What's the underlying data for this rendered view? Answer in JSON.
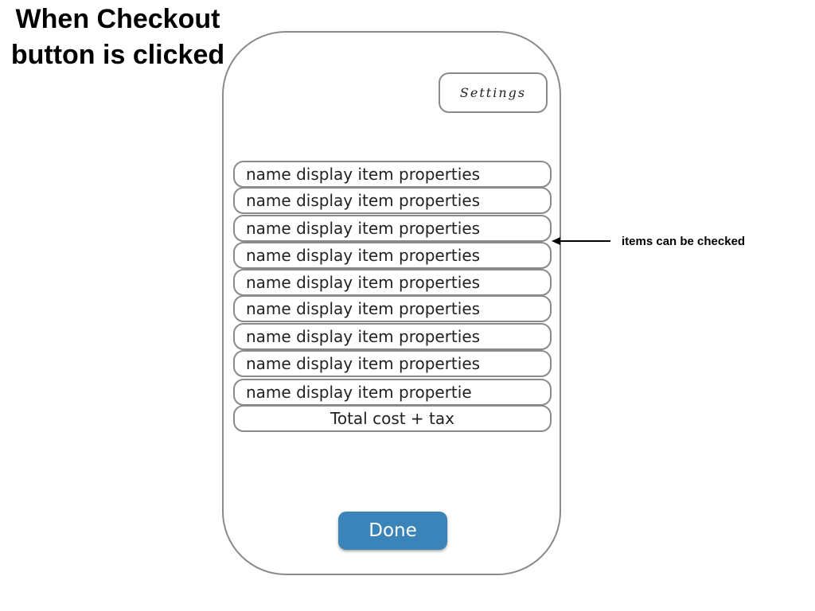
{
  "heading": {
    "line1": "When Checkout",
    "line2": "button is clicked"
  },
  "header": {
    "settings_label": "Settings"
  },
  "items": [
    {
      "label": "name display item properties"
    },
    {
      "label": "name display item properties"
    },
    {
      "label": "name display item properties"
    },
    {
      "label": "name display item properties"
    },
    {
      "label": "name display item properties"
    },
    {
      "label": "name display item properties"
    },
    {
      "label": "name display item properties"
    },
    {
      "label": "name display item properties"
    },
    {
      "label": "name display item propertie"
    }
  ],
  "total": {
    "label": "Total cost + tax"
  },
  "annotation": {
    "text": "items can be checked"
  },
  "footer": {
    "done_label": "Done"
  },
  "colors": {
    "done_button": "#3a84b9",
    "outline": "#8a8a8a"
  }
}
